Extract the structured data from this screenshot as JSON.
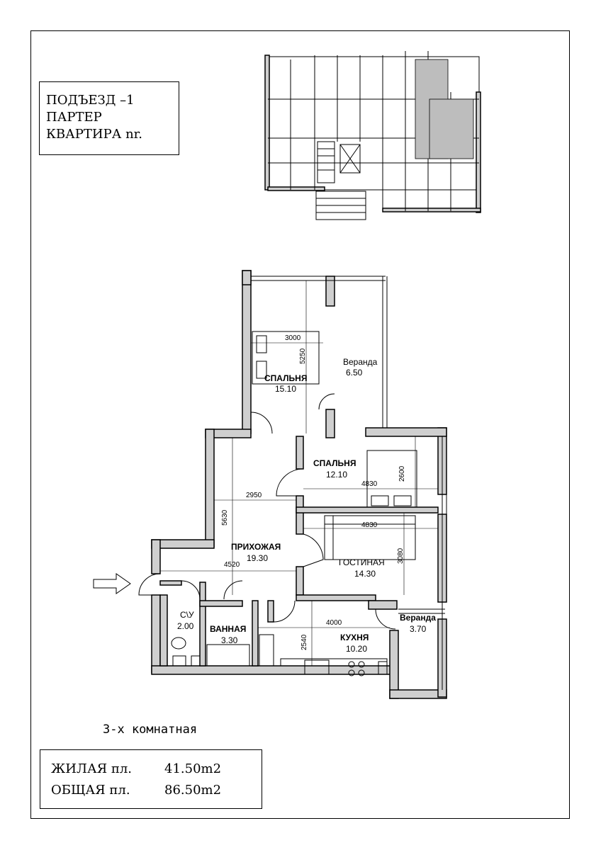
{
  "header": {
    "line1": "ПОДЪЕЗД –1",
    "line2": "ПАРТЕР",
    "line3": "КВАРТИРА nr."
  },
  "rooms": [
    {
      "name": "СПАЛЬНЯ",
      "area": "15.10"
    },
    {
      "name": "Веранда",
      "area": "6.50"
    },
    {
      "name": "СПАЛЬНЯ",
      "area": "12.10"
    },
    {
      "name": "ПРИХОЖАЯ",
      "area": "19.30"
    },
    {
      "name": "ГОСТИНАЯ",
      "area": "14.30"
    },
    {
      "name": "С\\У",
      "area": "2.00"
    },
    {
      "name": "ВАННАЯ",
      "area": "3.30"
    },
    {
      "name": "КУХНЯ",
      "area": "10.20"
    },
    {
      "name": "Веранда",
      "area": "3.70"
    }
  ],
  "dimensions": [
    "3000",
    "5250",
    "2950",
    "5630",
    "4830",
    "2600",
    "4830",
    "3080",
    "4520",
    "4000",
    "2540"
  ],
  "caption": "3-х комнатная",
  "areas": {
    "living_label": "ЖИЛАЯ пл.",
    "living_value": "41.50m2",
    "total_label": "ОБЩАЯ пл.",
    "total_value": "86.50m2"
  }
}
